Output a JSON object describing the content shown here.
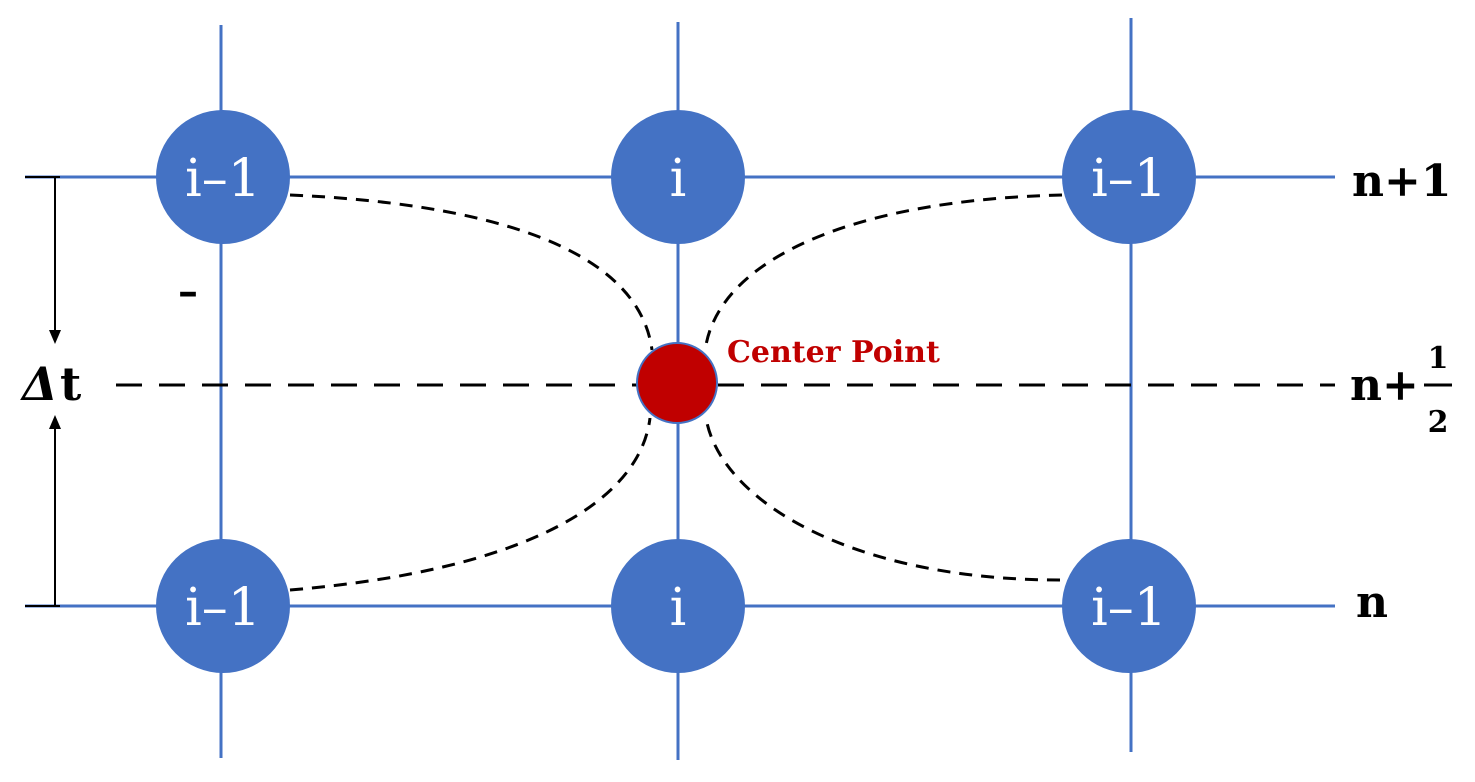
{
  "colors": {
    "grid_line": "#4472c4",
    "node_fill": "#4472c4",
    "center_fill": "#c00000",
    "dashed": "#000000",
    "center_label": "#c00000"
  },
  "nodes": {
    "top_left": "i–1",
    "top_mid": "i",
    "top_right": "i–1",
    "bottom_left": "i–1",
    "bottom_mid": "i",
    "bottom_right": "i–1"
  },
  "row_labels": {
    "top": "n+1",
    "middle_prefix": "n+",
    "middle_numerator": "1",
    "middle_denominator": "2",
    "bottom": "n"
  },
  "center": {
    "label": "Center Point"
  },
  "time_step": {
    "symbol": "Δ",
    "suffix": "t",
    "stray_mark": "–"
  }
}
